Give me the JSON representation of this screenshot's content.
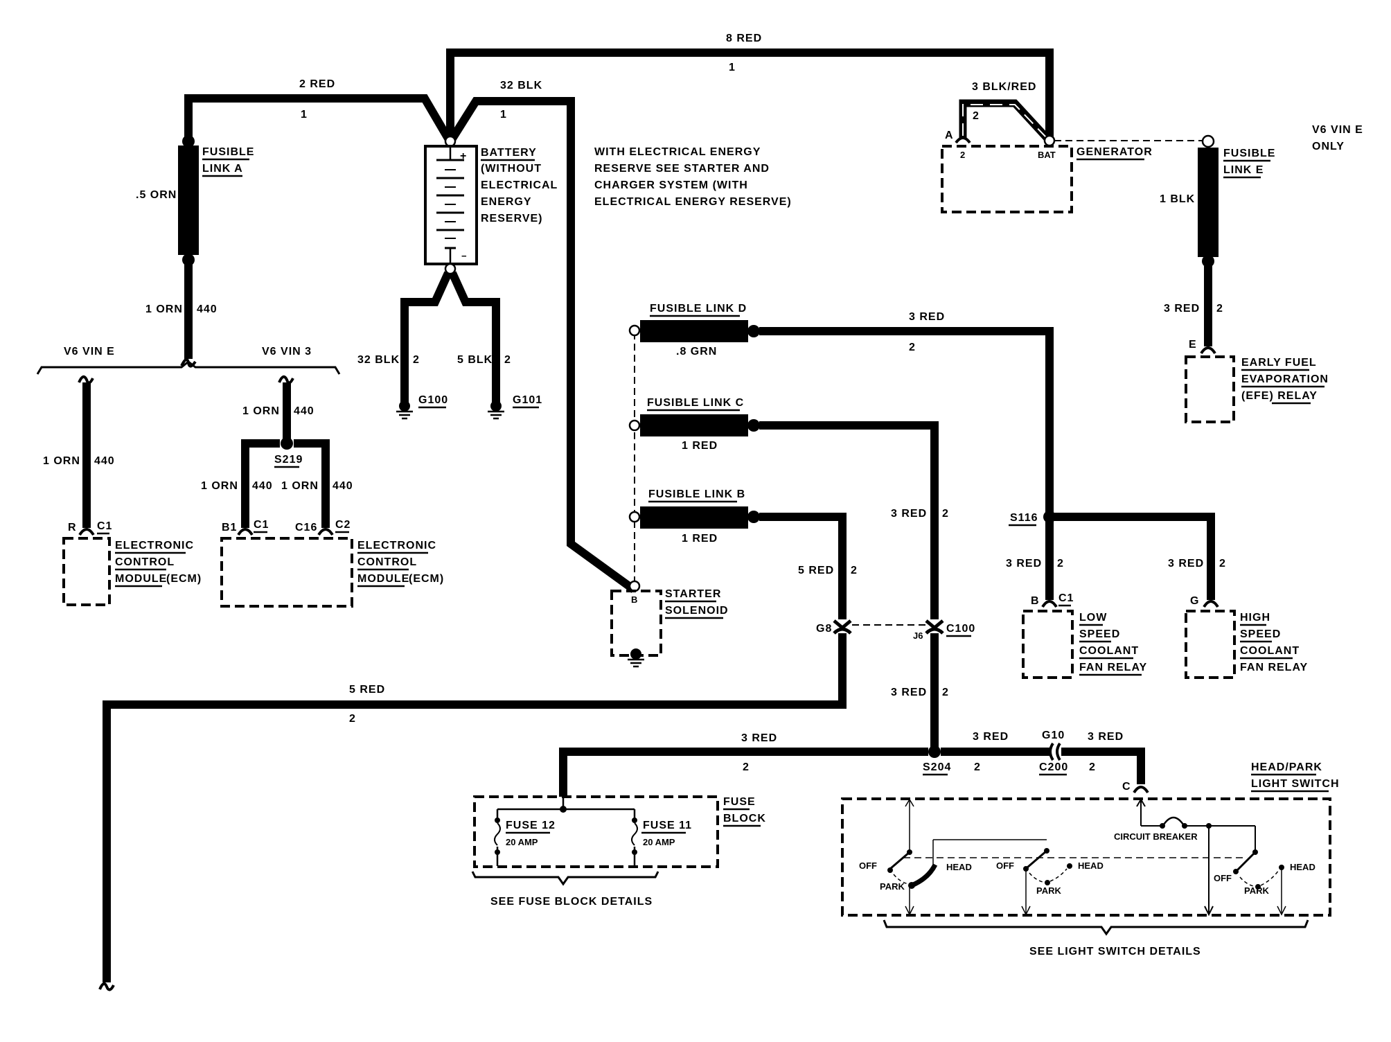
{
  "diagram": {
    "title": "Charging / Power Distribution Wiring Diagram",
    "wires": {
      "top_red": {
        "gauge_color": "8 RED",
        "circuit": "1"
      },
      "fl_a_red": {
        "gauge_color": "2 RED",
        "circuit": "1"
      },
      "batt_blk": {
        "gauge_color": "32 BLK",
        "circuit": "1"
      },
      "fl_a_orn": {
        "gauge_color": ".5 ORN"
      },
      "orn_440": {
        "gauge_color": "1 ORN",
        "circuit": "440"
      },
      "ecm_e_orn": {
        "gauge_color": "1 ORN",
        "circuit": "440"
      },
      "ecm_3_orn": {
        "gauge_color": "1 ORN",
        "circuit": "440"
      },
      "ecm_3_b1_orn": {
        "gauge_color": "1 ORN",
        "circuit": "440"
      },
      "ecm_3_c16_orn": {
        "gauge_color": "1 ORN",
        "circuit": "440"
      },
      "g100_blk": {
        "gauge_color": "32 BLK",
        "circuit": "2"
      },
      "g101_blk": {
        "gauge_color": "5 BLK",
        "circuit": "2"
      },
      "gen_blkred": {
        "gauge_color": "3 BLK/RED",
        "circuit": "2"
      },
      "fl_e_blk": {
        "gauge_color": "1 BLK"
      },
      "efe_red": {
        "gauge_color": "3 RED",
        "circuit": "2"
      },
      "fl_d_grn": {
        "gauge_color": ".8 GRN"
      },
      "fl_d_red": {
        "gauge_color": "3 RED",
        "circuit": "2"
      },
      "fl_c_red": {
        "gauge_color": "1 RED"
      },
      "fl_b_red": {
        "gauge_color": "1 RED"
      },
      "c100_upper": {
        "gauge_color": "3 RED",
        "circuit": "2"
      },
      "c100_lower": {
        "gauge_color": "3 RED",
        "circuit": "2"
      },
      "g8_upper": {
        "gauge_color": "5 RED",
        "circuit": "2"
      },
      "bottom_red": {
        "gauge_color": "5 RED",
        "circuit": "2"
      },
      "low_fan_red": {
        "gauge_color": "3 RED",
        "circuit": "2"
      },
      "high_fan_red": {
        "gauge_color": "3 RED",
        "circuit": "2"
      },
      "fuse_feed": {
        "gauge_color": "3 RED",
        "circuit": "2"
      },
      "s204_c200": {
        "gauge_color": "3 RED",
        "circuit": "2"
      },
      "c200_switch": {
        "gauge_color": "3 RED",
        "circuit": "2"
      }
    },
    "components": {
      "fusible_link_a": [
        "FUSIBLE",
        "LINK A"
      ],
      "fusible_link_b": "FUSIBLE LINK B",
      "fusible_link_c": "FUSIBLE LINK C",
      "fusible_link_d": "FUSIBLE LINK D",
      "fusible_link_e": [
        "FUSIBLE",
        "LINK E"
      ],
      "battery": [
        "BATTERY",
        "(WITHOUT",
        "ELECTRICAL",
        "ENERGY",
        "RESERVE)"
      ],
      "battery_plus": "+",
      "battery_minus": "−",
      "note": [
        "WITH ELECTRICAL ENERGY",
        "RESERVE SEE STARTER AND",
        "CHARGER SYSTEM (WITH",
        "ELECTRICAL ENERGY RESERVE)"
      ],
      "generator": "GENERATOR",
      "generator_pin_a": "A",
      "generator_term_2": "2",
      "generator_term_bat": "BAT",
      "vin_e_only": [
        "V6 VIN E",
        "ONLY"
      ],
      "vin_e": "V6 VIN E",
      "vin_3": "V6 VIN 3",
      "ecm_left": {
        "pin": "R",
        "connector": "C1",
        "label": [
          "ELECTRONIC",
          "CONTROL",
          "MODULE",
          "(ECM)"
        ]
      },
      "ecm_right": {
        "pin_1": "B1",
        "connector_1": "C1",
        "pin_2": "C16",
        "connector_2": "C2",
        "label": [
          "ELECTRONIC",
          "CONTROL",
          "MODULE",
          "(ECM)"
        ]
      },
      "splice_s219": "S219",
      "ground_g100": "G100",
      "ground_g101": "G101",
      "starter_solenoid": {
        "pin": "B",
        "label": [
          "STARTER",
          "SOLENOID"
        ]
      },
      "efe_relay": {
        "pin": "E",
        "label": [
          "EARLY FUEL",
          "EVAPORATION",
          "(EFE) RELAY"
        ]
      },
      "splice_s116": "S116",
      "low_fan_relay": {
        "pin": "B",
        "connector": "C1",
        "label": [
          "LOW",
          "SPEED",
          "COOLANT",
          "FAN RELAY"
        ]
      },
      "high_fan_relay": {
        "pin": "G",
        "label": [
          "HIGH",
          "SPEED",
          "COOLANT",
          "FAN RELAY"
        ]
      },
      "connector_g8": "G8",
      "connector_j6": "J6",
      "connector_c100": "C100",
      "splice_s204": "S204",
      "connector_g10": "G10",
      "connector_c200": "C200",
      "fuse_block": {
        "label": [
          "FUSE",
          "BLOCK"
        ],
        "fuse_12": "FUSE 12",
        "fuse_12_rating": "20 AMP",
        "fuse_11": "FUSE 11",
        "fuse_11_rating": "20 AMP",
        "see_details": "SEE FUSE BLOCK DETAILS"
      },
      "light_switch": {
        "pin": "C",
        "label": [
          "HEAD/PARK",
          "LIGHT SWITCH"
        ],
        "circuit_breaker": "CIRCUIT BREAKER",
        "positions": [
          "OFF",
          "PARK",
          "HEAD"
        ],
        "see_details": "SEE LIGHT SWITCH DETAILS"
      }
    }
  }
}
